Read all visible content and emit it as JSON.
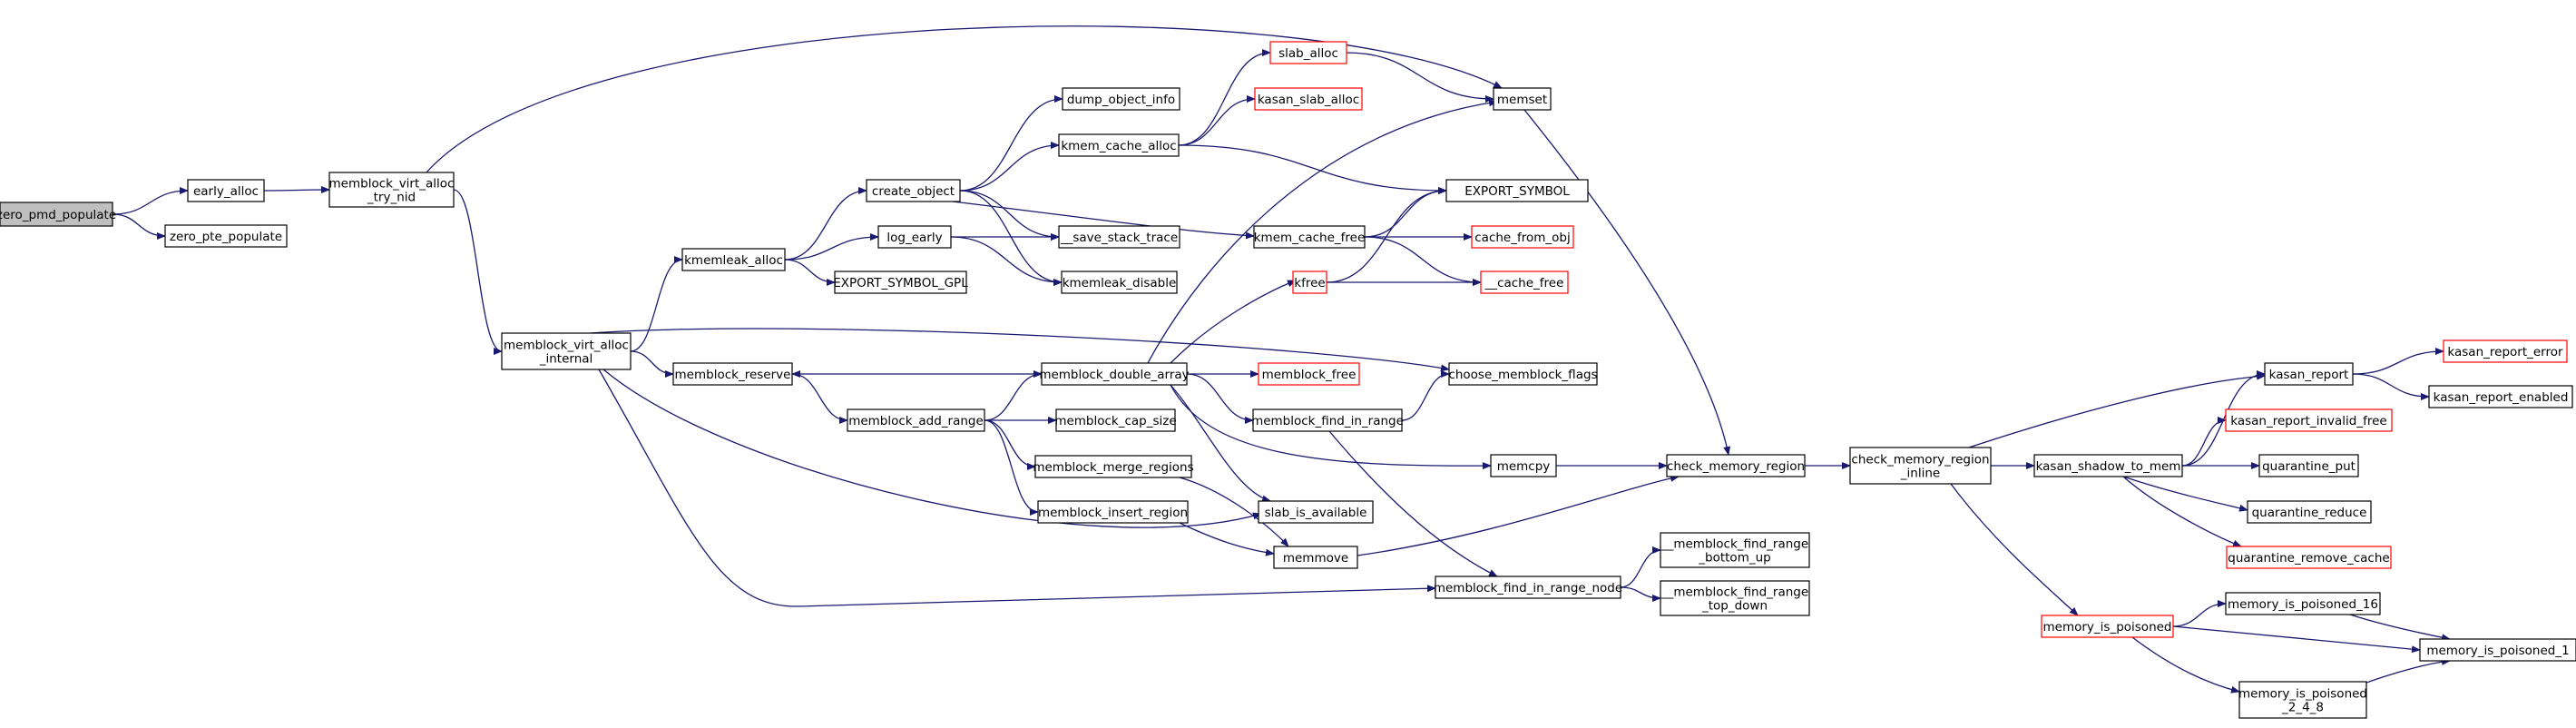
{
  "graph": {
    "colors": {
      "edge": "#191970",
      "root_fill": "#bfbfbf",
      "node_border": "#000000",
      "truncated_border": "#ff0000"
    },
    "nodes": [
      {
        "id": "zero_pmd_populate",
        "lines": [
          "zero_pmd_populate"
        ],
        "root": true
      },
      {
        "id": "early_alloc",
        "lines": [
          "early_alloc"
        ]
      },
      {
        "id": "zero_pte_populate",
        "lines": [
          "zero_pte_populate"
        ]
      },
      {
        "id": "memblock_virt_alloc_try_nid",
        "lines": [
          "memblock_virt_alloc",
          "_try_nid"
        ]
      },
      {
        "id": "memblock_virt_alloc_internal",
        "lines": [
          "memblock_virt_alloc",
          "_internal"
        ]
      },
      {
        "id": "kmemleak_alloc",
        "lines": [
          "kmemleak_alloc"
        ]
      },
      {
        "id": "memblock_reserve",
        "lines": [
          "memblock_reserve"
        ]
      },
      {
        "id": "create_object",
        "lines": [
          "create_object"
        ]
      },
      {
        "id": "log_early",
        "lines": [
          "log_early"
        ]
      },
      {
        "id": "EXPORT_SYMBOL_GPL",
        "lines": [
          "EXPORT_SYMBOL_GPL"
        ]
      },
      {
        "id": "memblock_add_range",
        "lines": [
          "memblock_add_range"
        ]
      },
      {
        "id": "memblock_insert_region",
        "lines": [
          "memblock_insert_region"
        ]
      },
      {
        "id": "dump_object_info",
        "lines": [
          "dump_object_info"
        ]
      },
      {
        "id": "kmem_cache_alloc",
        "lines": [
          "kmem_cache_alloc"
        ]
      },
      {
        "id": "__save_stack_trace",
        "lines": [
          "__save_stack_trace"
        ]
      },
      {
        "id": "kmemleak_disable",
        "lines": [
          "kmemleak_disable"
        ]
      },
      {
        "id": "memblock_double_array",
        "lines": [
          "memblock_double_array"
        ]
      },
      {
        "id": "memblock_cap_size",
        "lines": [
          "memblock_cap_size"
        ]
      },
      {
        "id": "memblock_merge_regions",
        "lines": [
          "memblock_merge_regions"
        ]
      },
      {
        "id": "slab_alloc",
        "lines": [
          "slab_alloc"
        ],
        "red": true
      },
      {
        "id": "kasan_slab_alloc",
        "lines": [
          "kasan_slab_alloc"
        ],
        "red": true
      },
      {
        "id": "kmem_cache_free",
        "lines": [
          "kmem_cache_free"
        ]
      },
      {
        "id": "kfree",
        "lines": [
          "kfree"
        ],
        "red": true
      },
      {
        "id": "memblock_free",
        "lines": [
          "memblock_free"
        ],
        "red": true
      },
      {
        "id": "memblock_find_in_range",
        "lines": [
          "memblock_find_in_range"
        ]
      },
      {
        "id": "slab_is_available",
        "lines": [
          "slab_is_available"
        ]
      },
      {
        "id": "memmove",
        "lines": [
          "memmove"
        ]
      },
      {
        "id": "memset",
        "lines": [
          "memset"
        ]
      },
      {
        "id": "EXPORT_SYMBOL",
        "lines": [
          "EXPORT_SYMBOL"
        ]
      },
      {
        "id": "cache_from_obj",
        "lines": [
          "cache_from_obj"
        ],
        "red": true
      },
      {
        "id": "__cache_free",
        "lines": [
          "__cache_free"
        ],
        "red": true
      },
      {
        "id": "choose_memblock_flags",
        "lines": [
          "choose_memblock_flags"
        ]
      },
      {
        "id": "memcpy",
        "lines": [
          "memcpy"
        ]
      },
      {
        "id": "memblock_find_in_range_node",
        "lines": [
          "memblock_find_in_range_node"
        ]
      },
      {
        "id": "check_memory_region",
        "lines": [
          "check_memory_region"
        ]
      },
      {
        "id": "__memblock_find_range_bottom_up",
        "lines": [
          "__memblock_find_range",
          "_bottom_up"
        ]
      },
      {
        "id": "__memblock_find_range_top_down",
        "lines": [
          "__memblock_find_range",
          "_top_down"
        ]
      },
      {
        "id": "check_memory_region_inline",
        "lines": [
          "check_memory_region",
          "_inline"
        ]
      },
      {
        "id": "kasan_shadow_to_mem",
        "lines": [
          "kasan_shadow_to_mem"
        ]
      },
      {
        "id": "memory_is_poisoned",
        "lines": [
          "memory_is_poisoned"
        ],
        "red": true
      },
      {
        "id": "kasan_report",
        "lines": [
          "kasan_report"
        ]
      },
      {
        "id": "kasan_report_invalid_free",
        "lines": [
          "kasan_report_invalid_free"
        ],
        "red": true
      },
      {
        "id": "quarantine_put",
        "lines": [
          "quarantine_put"
        ]
      },
      {
        "id": "quarantine_reduce",
        "lines": [
          "quarantine_reduce"
        ]
      },
      {
        "id": "quarantine_remove_cache",
        "lines": [
          "quarantine_remove_cache"
        ],
        "red": true
      },
      {
        "id": "memory_is_poisoned_16",
        "lines": [
          "memory_is_poisoned_16"
        ]
      },
      {
        "id": "memory_is_poisoned_2_4_8",
        "lines": [
          "memory_is_poisoned",
          "_2_4_8"
        ]
      },
      {
        "id": "kasan_report_error",
        "lines": [
          "kasan_report_error"
        ],
        "red": true
      },
      {
        "id": "kasan_report_enabled",
        "lines": [
          "kasan_report_enabled"
        ]
      },
      {
        "id": "memory_is_poisoned_1",
        "lines": [
          "memory_is_poisoned_1"
        ]
      }
    ],
    "edges": [
      [
        "zero_pmd_populate",
        "early_alloc"
      ],
      [
        "zero_pmd_populate",
        "zero_pte_populate"
      ],
      [
        "early_alloc",
        "memblock_virt_alloc_try_nid"
      ],
      [
        "memblock_virt_alloc_try_nid",
        "memset"
      ],
      [
        "memblock_virt_alloc_try_nid",
        "memblock_virt_alloc_internal"
      ],
      [
        "memblock_virt_alloc_internal",
        "kmemleak_alloc"
      ],
      [
        "memblock_virt_alloc_internal",
        "memblock_reserve"
      ],
      [
        "memblock_virt_alloc_internal",
        "choose_memblock_flags"
      ],
      [
        "memblock_virt_alloc_internal",
        "slab_is_available"
      ],
      [
        "memblock_virt_alloc_internal",
        "memblock_find_in_range_node"
      ],
      [
        "kmemleak_alloc",
        "create_object"
      ],
      [
        "kmemleak_alloc",
        "log_early"
      ],
      [
        "kmemleak_alloc",
        "EXPORT_SYMBOL_GPL"
      ],
      [
        "memblock_reserve",
        "memblock_add_range"
      ],
      [
        "create_object",
        "dump_object_info"
      ],
      [
        "create_object",
        "kmem_cache_alloc"
      ],
      [
        "create_object",
        "__save_stack_trace"
      ],
      [
        "create_object",
        "kmemleak_disable"
      ],
      [
        "create_object",
        "kmem_cache_free"
      ],
      [
        "log_early",
        "__save_stack_trace"
      ],
      [
        "log_early",
        "kmemleak_disable"
      ],
      [
        "memblock_add_range",
        "memblock_double_array"
      ],
      [
        "memblock_add_range",
        "memblock_cap_size"
      ],
      [
        "memblock_add_range",
        "memblock_merge_regions"
      ],
      [
        "memblock_add_range",
        "memblock_insert_region"
      ],
      [
        "memblock_insert_region",
        "memmove"
      ],
      [
        "memblock_merge_regions",
        "memmove"
      ],
      [
        "kmem_cache_alloc",
        "slab_alloc"
      ],
      [
        "kmem_cache_alloc",
        "kasan_slab_alloc"
      ],
      [
        "kmem_cache_alloc",
        "EXPORT_SYMBOL"
      ],
      [
        "kmem_cache_free",
        "EXPORT_SYMBOL"
      ],
      [
        "kmem_cache_free",
        "cache_from_obj"
      ],
      [
        "kmem_cache_free",
        "__cache_free"
      ],
      [
        "slab_alloc",
        "memset"
      ],
      [
        "memblock_double_array",
        "memblock_reserve"
      ],
      [
        "memblock_double_array",
        "memset"
      ],
      [
        "memblock_double_array",
        "kfree"
      ],
      [
        "memblock_double_array",
        "memblock_free"
      ],
      [
        "memblock_double_array",
        "memblock_find_in_range"
      ],
      [
        "memblock_double_array",
        "slab_is_available"
      ],
      [
        "memblock_double_array",
        "memcpy"
      ],
      [
        "kfree",
        "EXPORT_SYMBOL"
      ],
      [
        "kfree",
        "__cache_free"
      ],
      [
        "memblock_find_in_range",
        "choose_memblock_flags"
      ],
      [
        "memblock_find_in_range",
        "memblock_find_in_range_node"
      ],
      [
        "memset",
        "check_memory_region"
      ],
      [
        "memcpy",
        "check_memory_region"
      ],
      [
        "memmove",
        "check_memory_region"
      ],
      [
        "memblock_find_in_range_node",
        "__memblock_find_range_bottom_up"
      ],
      [
        "memblock_find_in_range_node",
        "__memblock_find_range_top_down"
      ],
      [
        "check_memory_region",
        "check_memory_region_inline"
      ],
      [
        "check_memory_region_inline",
        "kasan_report"
      ],
      [
        "check_memory_region_inline",
        "kasan_shadow_to_mem"
      ],
      [
        "check_memory_region_inline",
        "memory_is_poisoned"
      ],
      [
        "kasan_shadow_to_mem",
        "kasan_report"
      ],
      [
        "kasan_shadow_to_mem",
        "kasan_report_invalid_free"
      ],
      [
        "kasan_shadow_to_mem",
        "quarantine_put"
      ],
      [
        "kasan_shadow_to_mem",
        "quarantine_reduce"
      ],
      [
        "kasan_shadow_to_mem",
        "quarantine_remove_cache"
      ],
      [
        "kasan_report",
        "kasan_report_error"
      ],
      [
        "kasan_report",
        "kasan_report_enabled"
      ],
      [
        "memory_is_poisoned",
        "memory_is_poisoned_16"
      ],
      [
        "memory_is_poisoned",
        "memory_is_poisoned_1"
      ],
      [
        "memory_is_poisoned",
        "memory_is_poisoned_2_4_8"
      ],
      [
        "memory_is_poisoned_16",
        "memory_is_poisoned_1"
      ],
      [
        "memory_is_poisoned_2_4_8",
        "memory_is_poisoned_1"
      ]
    ]
  }
}
